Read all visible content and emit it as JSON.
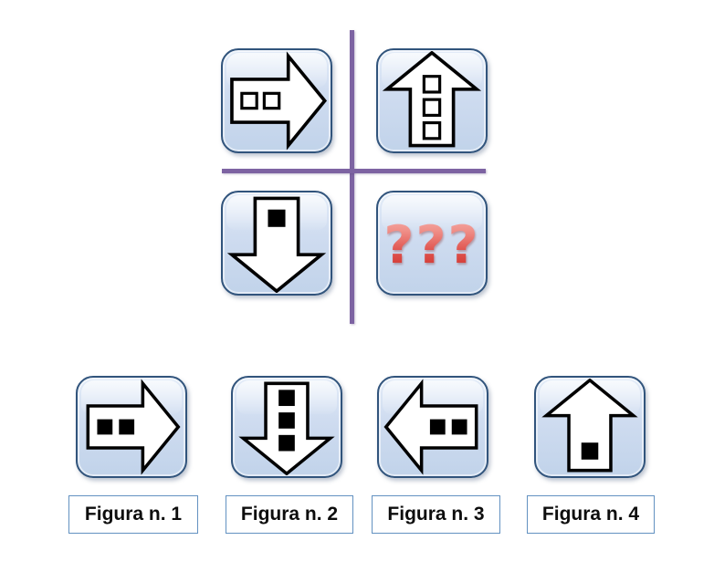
{
  "puzzle": {
    "unknown_text": "???",
    "grid_cells": [
      {
        "position": "top-left",
        "figure": {
          "arrow": "right",
          "squares": 2,
          "square_style": "outline"
        }
      },
      {
        "position": "top-right",
        "figure": {
          "arrow": "up",
          "squares": 3,
          "square_style": "outline"
        }
      },
      {
        "position": "bottom-left",
        "figure": {
          "arrow": "down",
          "squares": 1,
          "square_style": "solid"
        }
      },
      {
        "position": "bottom-right",
        "figure": null,
        "unknown_text": "???"
      }
    ],
    "answers": [
      {
        "label": "Figura n. 1",
        "figure": {
          "arrow": "right",
          "squares": 2,
          "square_style": "solid"
        }
      },
      {
        "label": "Figura n. 2",
        "figure": {
          "arrow": "down",
          "squares": 3,
          "square_style": "solid"
        }
      },
      {
        "label": "Figura n. 3",
        "figure": {
          "arrow": "left",
          "squares": 2,
          "square_style": "solid"
        }
      },
      {
        "label": "Figura n. 4",
        "figure": {
          "arrow": "up",
          "squares": 1,
          "square_style": "solid"
        }
      }
    ]
  },
  "colors": {
    "tile_fill": "#cddcf0",
    "tile_border": "#31547c",
    "divider_purple": "#7d63a2",
    "question_red": "#d9413c",
    "label_border": "#6291c1",
    "arrow_fill": "#ffffff",
    "arrow_outline": "#000000",
    "square_solid": "#000000"
  }
}
